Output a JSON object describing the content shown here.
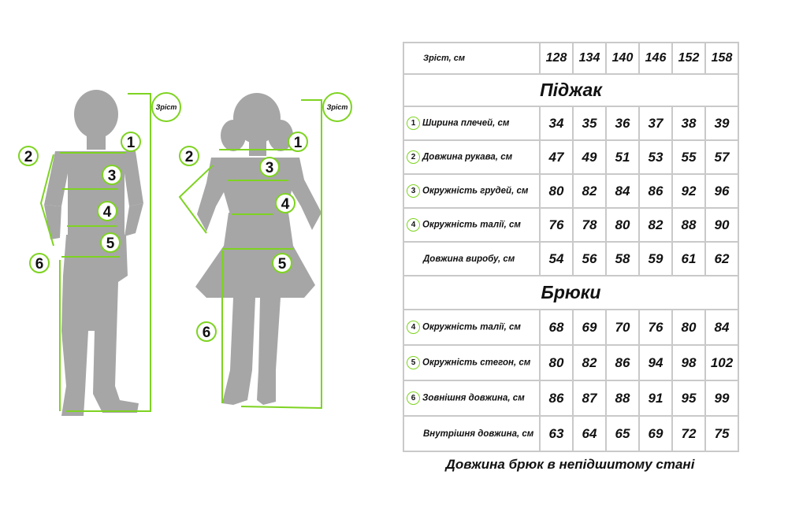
{
  "figures": {
    "boy_growth_label": "Зріст",
    "girl_growth_label": "Зріст",
    "boy_markers": [
      "1",
      "2",
      "3",
      "4",
      "5",
      "6"
    ],
    "girl_markers": [
      "1",
      "2",
      "3",
      "4",
      "5",
      "6"
    ],
    "silhouette_color": "#a6a6a6",
    "line_color": "#7ed321"
  },
  "table": {
    "height_label": "Зріст, см",
    "heights": [
      "128",
      "134",
      "140",
      "146",
      "152",
      "158"
    ],
    "jacket_title": "Піджак",
    "jacket_rows": [
      {
        "marker": "1",
        "label": "Ширина плечей, см",
        "values": [
          "34",
          "35",
          "36",
          "37",
          "38",
          "39"
        ]
      },
      {
        "marker": "2",
        "label": "Довжина рукава, см",
        "values": [
          "47",
          "49",
          "51",
          "53",
          "55",
          "57"
        ]
      },
      {
        "marker": "3",
        "label": "Окружність грудей, см",
        "values": [
          "80",
          "82",
          "84",
          "86",
          "92",
          "96"
        ]
      },
      {
        "marker": "4",
        "label": "Окружність талії, см",
        "values": [
          "76",
          "78",
          "80",
          "82",
          "88",
          "90"
        ]
      },
      {
        "marker": "",
        "label": "Довжина виробу, см",
        "values": [
          "54",
          "56",
          "58",
          "59",
          "61",
          "62"
        ]
      }
    ],
    "trousers_title": "Брюки",
    "trousers_rows": [
      {
        "marker": "4",
        "label": "Окружність талії, см",
        "values": [
          "68",
          "69",
          "70",
          "76",
          "80",
          "84"
        ]
      },
      {
        "marker": "5",
        "label": "Окружність стегон, см",
        "values": [
          "80",
          "82",
          "86",
          "94",
          "98",
          "102"
        ]
      },
      {
        "marker": "6",
        "label": "Зовнішня довжина, см",
        "values": [
          "86",
          "87",
          "88",
          "91",
          "95",
          "99"
        ]
      },
      {
        "marker": "",
        "label": "Внутрішня довжина, см",
        "values": [
          "63",
          "64",
          "65",
          "69",
          "72",
          "75"
        ]
      }
    ]
  },
  "caption": "Довжина брюк в непідшитому стані"
}
